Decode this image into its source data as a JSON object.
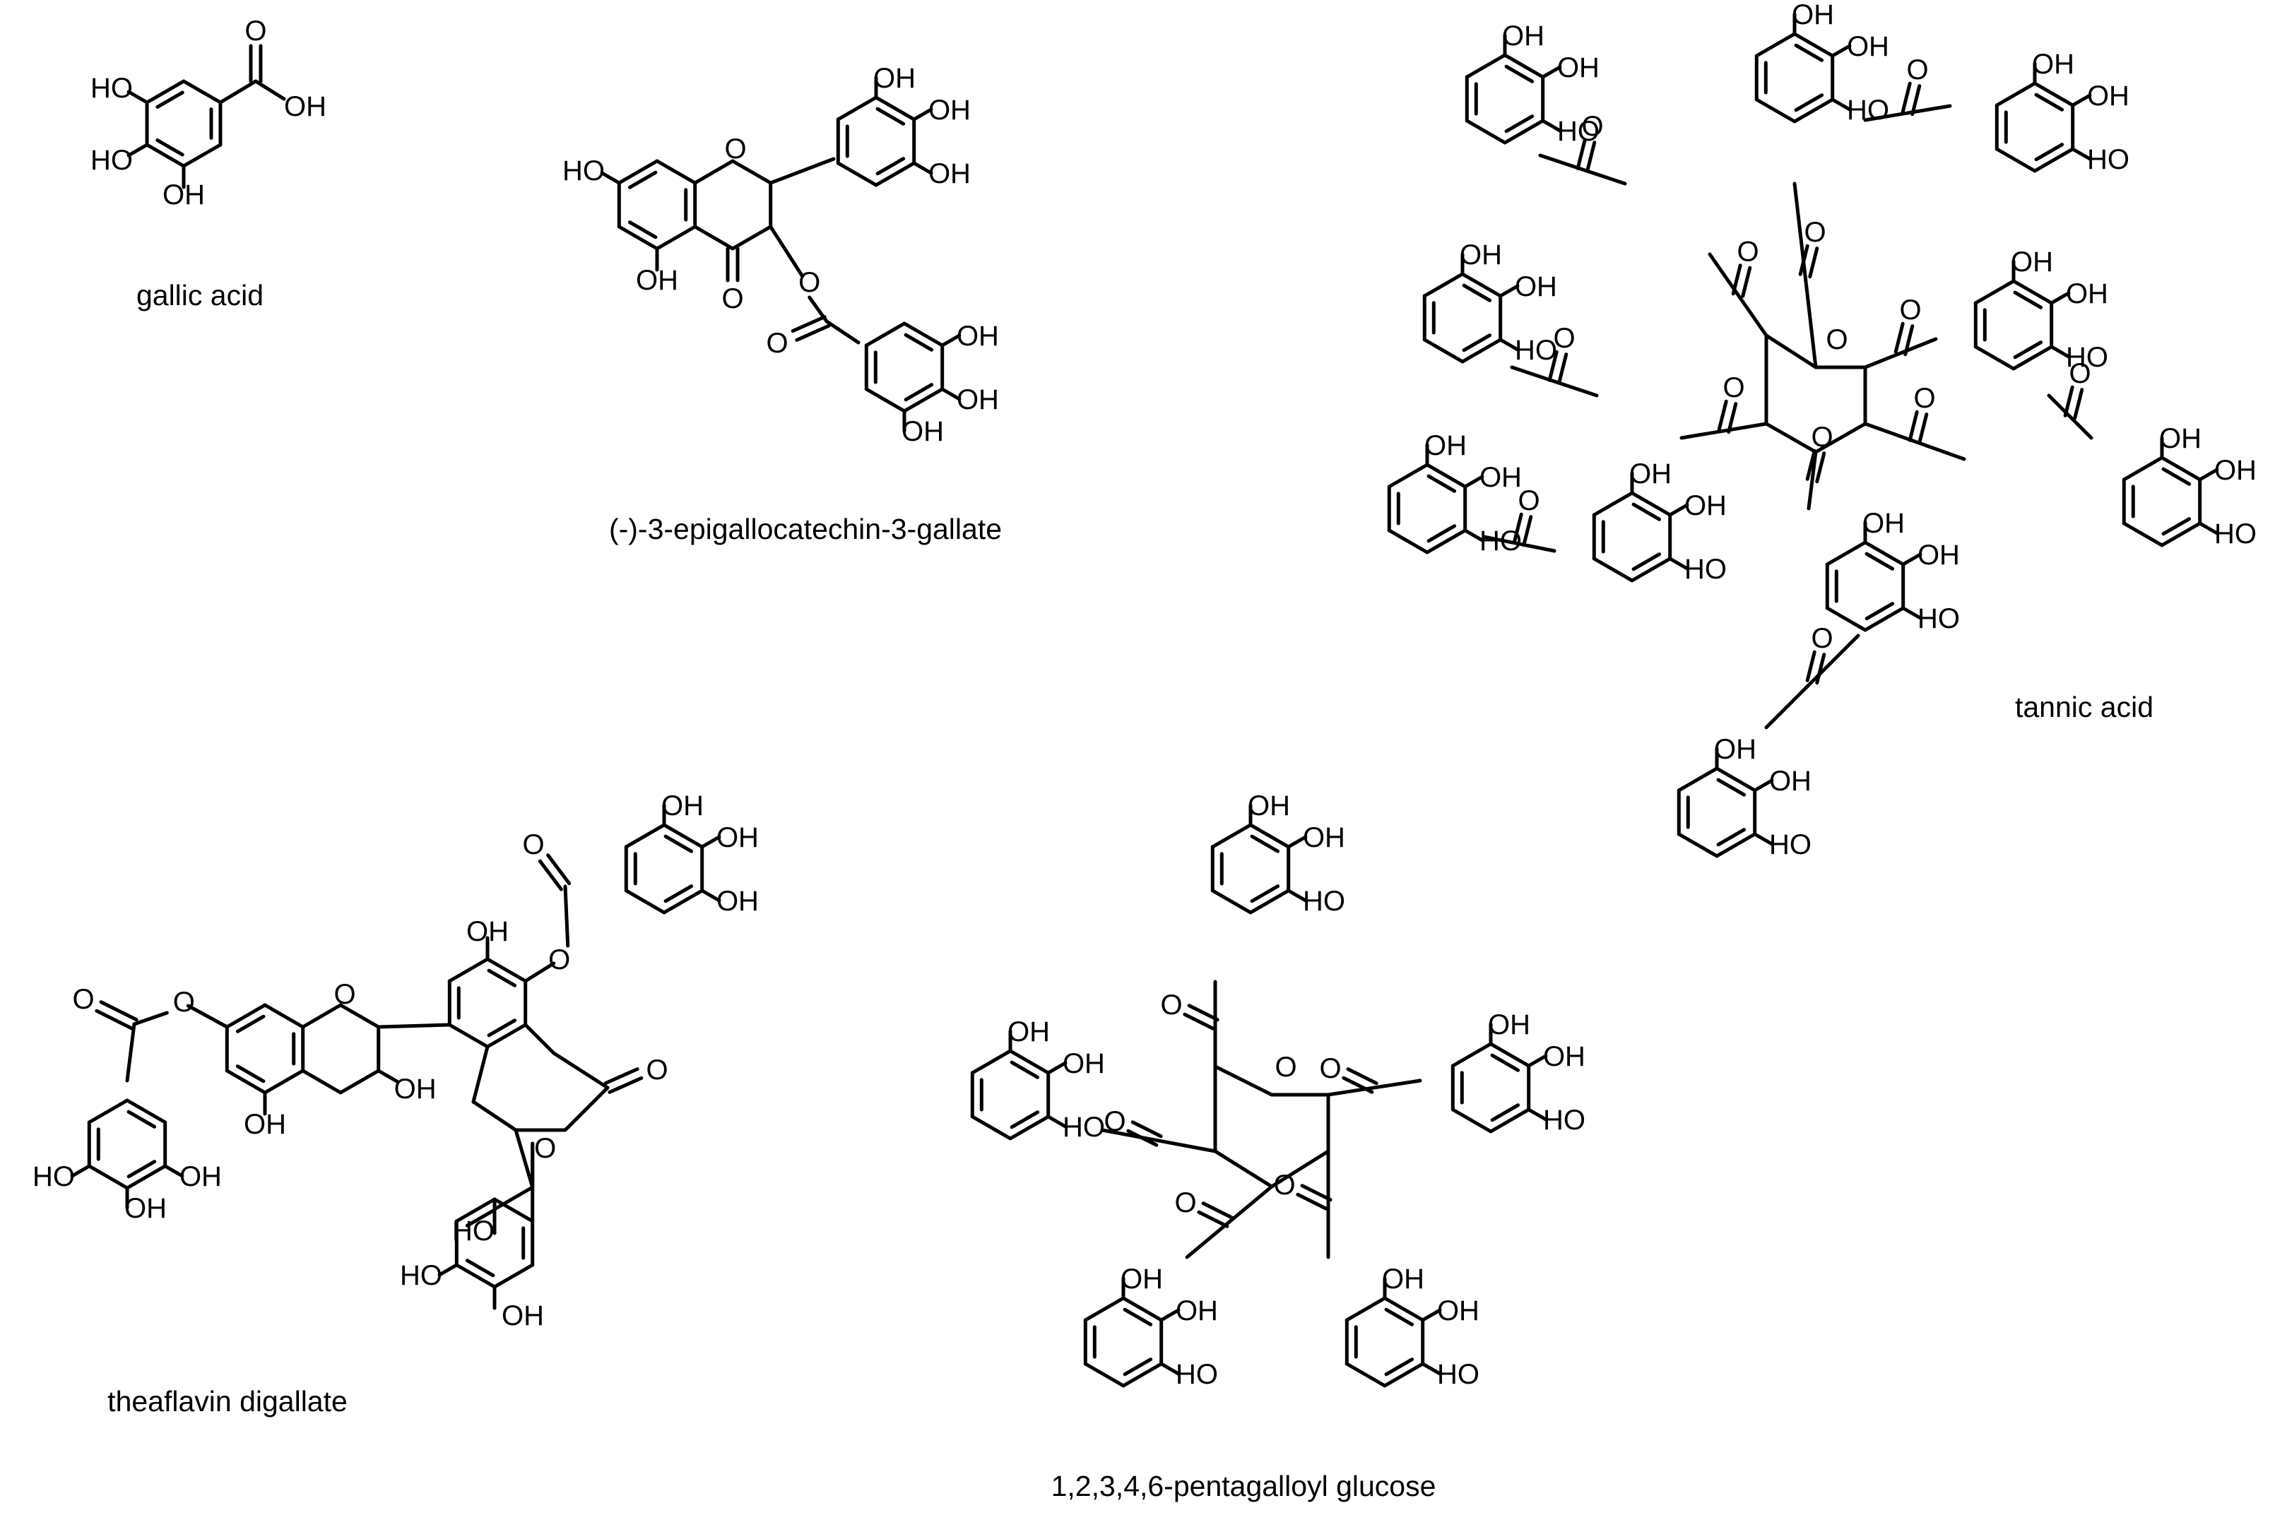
{
  "figure": {
    "compounds": [
      {
        "id": "gallic",
        "name": "gallic acid"
      },
      {
        "id": "egcg",
        "name": "(-)-3-epigallocatechin-3-gallate"
      },
      {
        "id": "tannic",
        "name": "tannic acid"
      },
      {
        "id": "theaflavin",
        "name": "theaflavin digallate"
      },
      {
        "id": "pgg",
        "name": "1,2,3,4,6-pentagalloyl glucose"
      }
    ],
    "atom_labels": {
      "hydroxyl": "OH",
      "hydroxyl_left": "HO",
      "oxygen": "O"
    }
  }
}
